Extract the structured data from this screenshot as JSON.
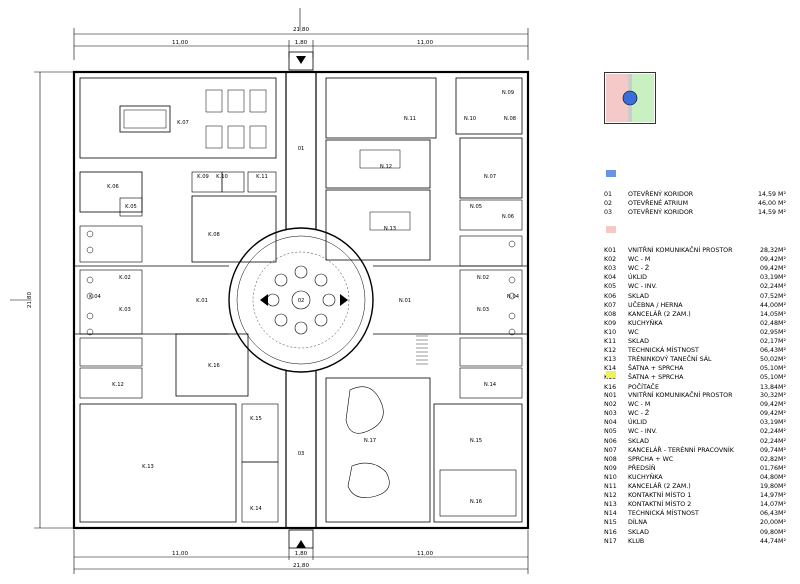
{
  "dimensions": {
    "top_total": "21,80",
    "top_left": "11,00",
    "top_mid": "1,80",
    "top_right": "11,00",
    "bottom_left": "11,00",
    "bottom_mid": "1,80",
    "bottom_right": "11,00",
    "bottom_total": "21,80",
    "side": "21,80"
  },
  "rooms": {
    "K07": "K.07",
    "K06": "K.06",
    "K09": "K.09",
    "K10": "K.10",
    "K11": "K.11",
    "K05": "K.05",
    "K08": "K.08",
    "K02": "K.02",
    "K04": "K.04",
    "K03": "K.03",
    "K01": "K.01",
    "K16": "K.16",
    "K12": "K.12",
    "K15": "K.15",
    "K13": "K.13",
    "K14": "K.14",
    "N09": "N.09",
    "N11": "N.11",
    "N10": "N.10",
    "N08": "N.08",
    "N12": "N.12",
    "N07": "N.07",
    "N05": "N.05",
    "N06": "N.06",
    "N13": "N.13",
    "N02": "N.02",
    "N04": "N.04",
    "N03": "N.03",
    "N01": "N.01",
    "N14": "N.14",
    "N17": "N.17",
    "N15": "N.15",
    "N16": "N.16",
    "C01": "01",
    "C02": "02",
    "C03": "03"
  },
  "legend": {
    "colors": {
      "blue": "#6b93e3",
      "pink": "#f7c9c4",
      "yellow": "#eef15a",
      "key_pink": "#f6c9c9",
      "key_green": "#c8f0c0",
      "key_circle": "#3a6ed8"
    },
    "groups": [
      {
        "color": "#6b93e3",
        "items": [
          {
            "code": "01",
            "name": "OTEVŘENÝ KORIDOR",
            "area": "14,59 M²"
          },
          {
            "code": "02",
            "name": "OTEVŘENÉ ATRIUM",
            "area": "46,00 M²"
          },
          {
            "code": "03",
            "name": "OTEVŘENÝ KORIDOR",
            "area": "14,59 M²"
          }
        ]
      },
      {
        "color": "#f7c9c4",
        "items": [
          {
            "code": "K01",
            "name": "VNITŘNÍ KOMUNIKAČNÍ PROSTOR",
            "area": "28,32M²"
          },
          {
            "code": "K02",
            "name": "WC - M",
            "area": "09,42M²"
          },
          {
            "code": "K03",
            "name": "WC - Ž",
            "area": "09,42M²"
          },
          {
            "code": "K04",
            "name": "ÚKLID",
            "area": "03,19M²"
          },
          {
            "code": "K05",
            "name": "WC - INV.",
            "area": "02,24M²"
          },
          {
            "code": "K06",
            "name": "SKLAD",
            "area": "07,52M²"
          },
          {
            "code": "K07",
            "name": "UČEBNA / HERNA",
            "area": "44,00M²"
          },
          {
            "code": "K08",
            "name": "KANCELÁŘ (2 ZAM.)",
            "area": "14,05M²"
          },
          {
            "code": "K09",
            "name": "KUCHYŇKA",
            "area": "02,48M²"
          },
          {
            "code": "K10",
            "name": "WC",
            "area": "02,95M²"
          },
          {
            "code": "K11",
            "name": "SKLAD",
            "area": "02,17M²"
          },
          {
            "code": "K12",
            "name": "TECHNICKÁ MÍSTNOST",
            "area": "06,43M²"
          },
          {
            "code": "K13",
            "name": "TRÉNINKOVÝ TANEČNÍ SÁL",
            "area": "50,02M²"
          },
          {
            "code": "K14",
            "name": "ŠATNA + SPRCHA",
            "area": "05,10M²"
          },
          {
            "code": "K15",
            "name": "ŠATNA + SPRCHA",
            "area": "05,10M²"
          },
          {
            "code": "K16",
            "name": "POČÍTAČE",
            "area": "13,84M²"
          }
        ]
      },
      {
        "color": "#eef15a",
        "items": [
          {
            "code": "N01",
            "name": "VNITŘNÍ KOMUNIKAČNÍ PROSTOR",
            "area": "30,32M²"
          },
          {
            "code": "N02",
            "name": "WC - M",
            "area": "09,42M²"
          },
          {
            "code": "N03",
            "name": "WC - Ž",
            "area": "09,42M²"
          },
          {
            "code": "N04",
            "name": "ÚKLID",
            "area": "03,19M²"
          },
          {
            "code": "N05",
            "name": "WC - INV.",
            "area": "02,24M²"
          },
          {
            "code": "N06",
            "name": "SKLAD",
            "area": "02,24M²"
          },
          {
            "code": "N07",
            "name": "KANCELÁŘ - TERÉNNÍ PRACOVNÍK",
            "area": "09,74M²"
          },
          {
            "code": "N08",
            "name": "SPRCHA + WC",
            "area": "02,82M²"
          },
          {
            "code": "N09",
            "name": "PŘEDSÍŇ",
            "area": "01,76M²"
          },
          {
            "code": "N10",
            "name": "KUCHYŇKA",
            "area": "04,80M²"
          },
          {
            "code": "N11",
            "name": "KANCELÁŘ (2 ZAM.)",
            "area": "19,80M²"
          },
          {
            "code": "N12",
            "name": "KONTAKTNÍ MÍSTO 1",
            "area": "14,97M²"
          },
          {
            "code": "N13",
            "name": "KONTAKTNÍ MÍSTO 2",
            "area": "14,07M²"
          },
          {
            "code": "N14",
            "name": "TECHNICKÁ MÍSTNOST",
            "area": "06,43M²"
          },
          {
            "code": "N15",
            "name": "DÍLNA",
            "area": "20,00M²"
          },
          {
            "code": "N16",
            "name": "SKLAD",
            "area": "09,80M²"
          },
          {
            "code": "N17",
            "name": "KLUB",
            "area": "44,74M²"
          }
        ]
      }
    ]
  }
}
